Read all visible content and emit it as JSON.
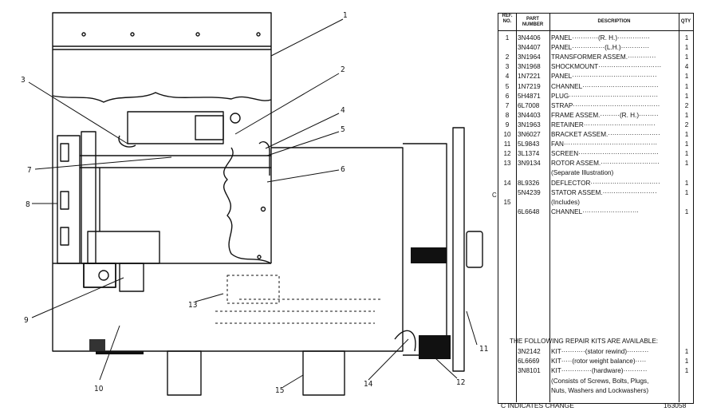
{
  "table": {
    "headers": {
      "ref": "REF. NO.",
      "part": "PART NUMBER",
      "desc": "DESCRIPTION",
      "qty": "QTY"
    },
    "rows": [
      {
        "ref": "1",
        "part": "3N4406",
        "desc": "PANEL············(R. H.)···············",
        "qty": "1"
      },
      {
        "ref": "",
        "part": "3N4407",
        "desc": "PANEL···············(L.H.)·············",
        "qty": "1"
      },
      {
        "ref": "2",
        "part": "3N1964",
        "desc": "TRANSFORMER ASSEM.·············",
        "qty": "1"
      },
      {
        "ref": "3",
        "part": "3N1968",
        "desc": "SHOCKMOUNT·····························",
        "qty": "4"
      },
      {
        "ref": "4",
        "part": "1N7221",
        "desc": "PANEL·······································",
        "qty": "1"
      },
      {
        "ref": "5",
        "part": "1N7219",
        "desc": "CHANNEL···································",
        "qty": "1"
      },
      {
        "ref": "6",
        "part": "5H4871",
        "desc": "PLUG·········································",
        "qty": "1"
      },
      {
        "ref": "7",
        "part": "6L7008",
        "desc": "STRAP········································",
        "qty": "2"
      },
      {
        "ref": "8",
        "part": "3N4403",
        "desc": "FRAME ASSEM.·········(R. H.)·········",
        "qty": "1"
      },
      {
        "ref": "9",
        "part": "3N1963",
        "desc": "RETAINER·································",
        "qty": "2"
      },
      {
        "ref": "10",
        "part": "3N6027",
        "desc": "BRACKET ASSEM.························",
        "qty": "1"
      },
      {
        "ref": "11",
        "part": "5L9843",
        "desc": "FAN···········································",
        "qty": "1"
      },
      {
        "ref": "12",
        "part": "3L1374",
        "desc": "SCREEN·····································",
        "qty": "1"
      },
      {
        "ref": "13",
        "part": "3N9134",
        "desc": "ROTOR ASSEM.···························",
        "qty": "1"
      },
      {
        "ref": "",
        "part": "",
        "desc": "     (Separate Illustration)",
        "qty": ""
      },
      {
        "ref": "14",
        "part": "8L9326",
        "desc": "DEFLECTOR································",
        "qty": "1"
      },
      {
        "ref": "",
        "part": "5N4239",
        "desc": "STATOR ASSEM.·························",
        "qty": "1"
      },
      {
        "ref": "15",
        "part": "",
        "desc": "     (Includes)",
        "qty": ""
      },
      {
        "ref": "",
        "part": "6L6648",
        "desc": "     CHANNEL··························",
        "qty": "1"
      }
    ],
    "change_mark": "C",
    "repair_kits_heading": "THE FOLLOWING REPAIR KITS ARE AVAILABLE:",
    "kits": [
      {
        "part": "3N2142",
        "desc": "KIT···········(stator rewind)··········",
        "qty": "1"
      },
      {
        "part": "6L6669",
        "desc": "KIT·····(rotor weight balance)·····",
        "qty": "1"
      },
      {
        "part": "3N8101",
        "desc": "KIT··············(hardware)···········",
        "qty": "1"
      },
      {
        "part": "",
        "desc": "(Consists of Screws, Bolts, Plugs,",
        "qty": ""
      },
      {
        "part": "",
        "desc": "Nuts, Washers and Lockwashers)",
        "qty": ""
      }
    ]
  },
  "footer": {
    "legend": "C INDICATES CHANGE",
    "figure_number": "163058"
  },
  "callouts": [
    "1",
    "2",
    "3",
    "4",
    "5",
    "6",
    "7",
    "8",
    "9",
    "10",
    "11",
    "12",
    "13",
    "14",
    "15"
  ]
}
